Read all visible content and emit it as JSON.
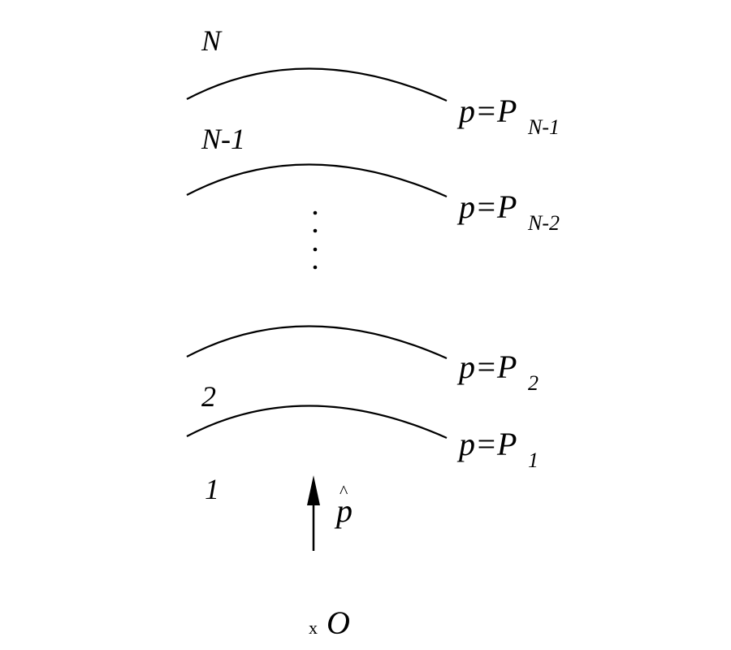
{
  "diagram": {
    "region_labels": {
      "top": "N",
      "second": "N-1",
      "region2": "2",
      "region1": "1"
    },
    "surfaces": [
      {
        "label_main": "p=P",
        "label_sub": "N-1"
      },
      {
        "label_main": "p=P",
        "label_sub": "N-2"
      },
      {
        "label_main": "p=P",
        "label_sub": "2"
      },
      {
        "label_main": "p=P",
        "label_sub": "1"
      }
    ],
    "direction_vector": {
      "label": "p",
      "hat": "^"
    },
    "origin": {
      "marker": "x",
      "label": "O"
    },
    "ellipsis_dots": 4
  }
}
